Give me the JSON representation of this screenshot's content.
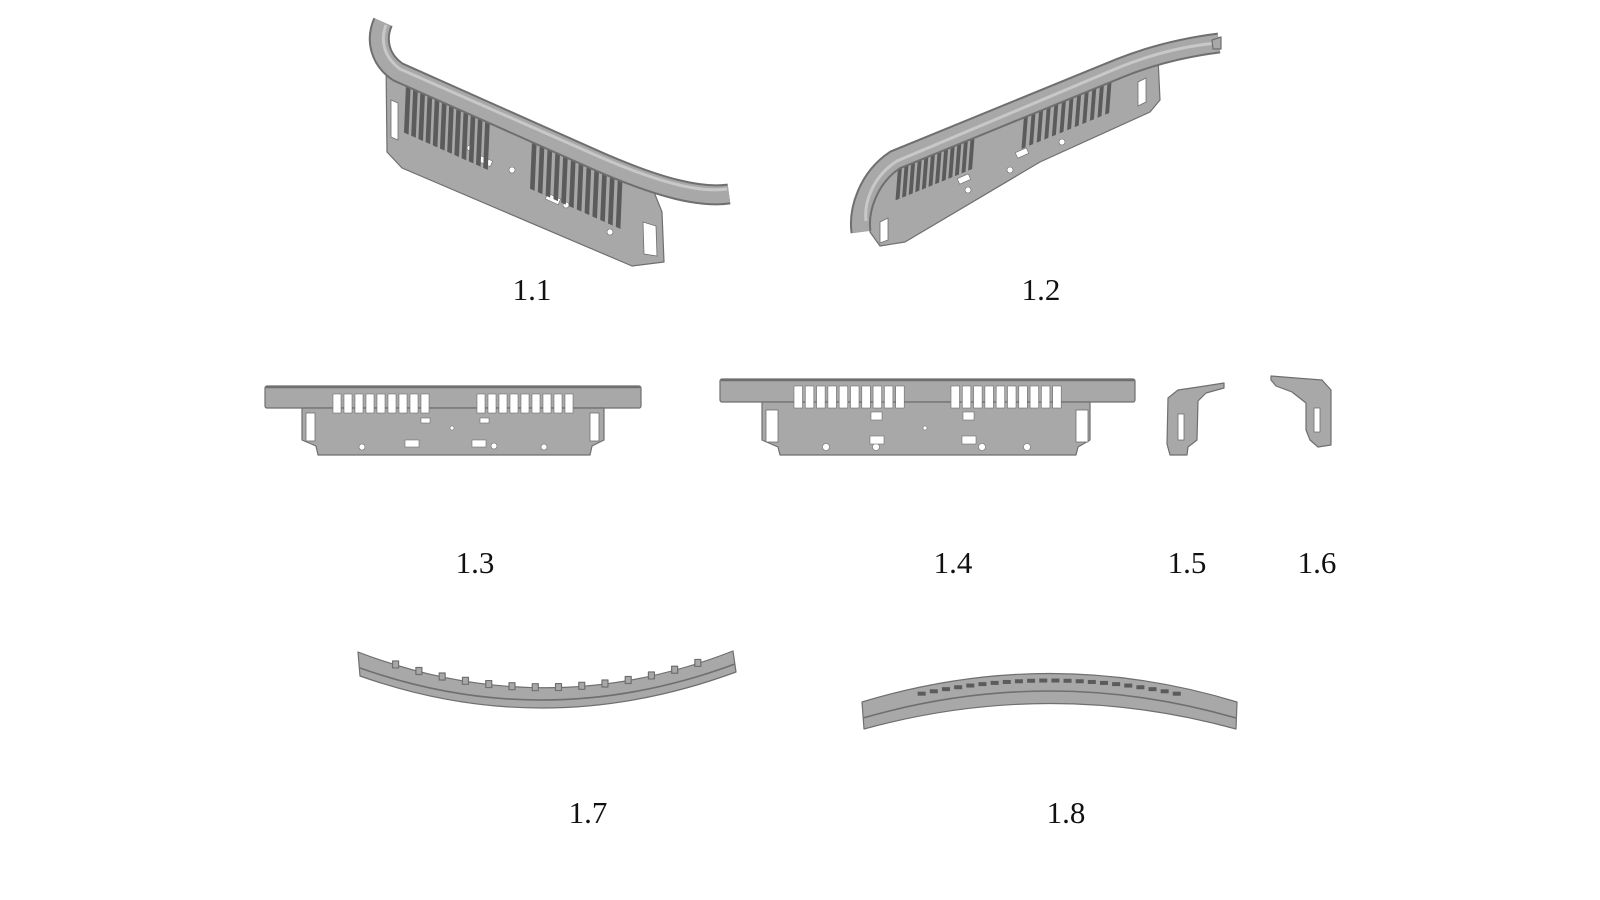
{
  "figure": {
    "views": [
      {
        "label": "1.1"
      },
      {
        "label": "1.2"
      },
      {
        "label": "1.3"
      },
      {
        "label": "1.4"
      },
      {
        "label": "1.5"
      },
      {
        "label": "1.6"
      },
      {
        "label": "1.7"
      },
      {
        "label": "1.8"
      }
    ]
  },
  "colors": {
    "background": "#ffffff",
    "part_fill": "#a8a8a8",
    "part_edge": "#6f6f6f",
    "part_highlight": "#c8c8c8",
    "cutout": "#ffffff",
    "vent_opening": "#5b5b5b",
    "label_text": "#111111"
  }
}
